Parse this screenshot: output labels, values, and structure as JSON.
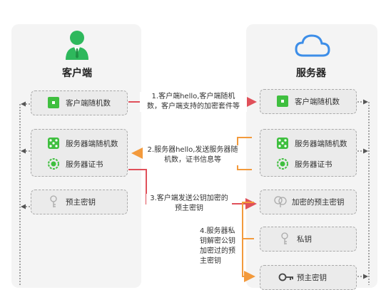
{
  "client": {
    "title": "客户端",
    "box1": {
      "label": "客户端随机数"
    },
    "box2": {
      "label1": "服务器端随机数",
      "label2": "服务器证书"
    },
    "box3": {
      "label": "预主密钥"
    }
  },
  "server": {
    "title": "服务器",
    "box1": {
      "label": "客户端随机数"
    },
    "box2": {
      "label1": "服务器端随机数",
      "label2": "服务器证书"
    },
    "box3": {
      "label": "加密的预主密钥"
    },
    "box4": {
      "label": "私钥"
    },
    "box5": {
      "label": "预主密钥"
    }
  },
  "steps": {
    "s1_line1": "1.客户端hello,客户端随机",
    "s1_line2": "数，客户端支持的加密套件等",
    "s2_line1": "2.服务器hello,发送服务器随",
    "s2_line2": "机数，证书信息等",
    "s3_line1": "3.客户端发送公钥加密的",
    "s3_line2": "预主密钥",
    "s4_line1": "4.服务器私",
    "s4_line2": "钥解密公钥",
    "s4_line3": "加密过的预",
    "s4_line4": "主密钥"
  },
  "colors": {
    "panel": "#f4f4f4",
    "box": "#ebebeb",
    "red_arrow": "#e0505a",
    "orange_arrow": "#f39a3c",
    "user_icon": "#2eb85c",
    "cloud_icon": "#3d8ee8",
    "green_icon": "#3fbf3f"
  }
}
